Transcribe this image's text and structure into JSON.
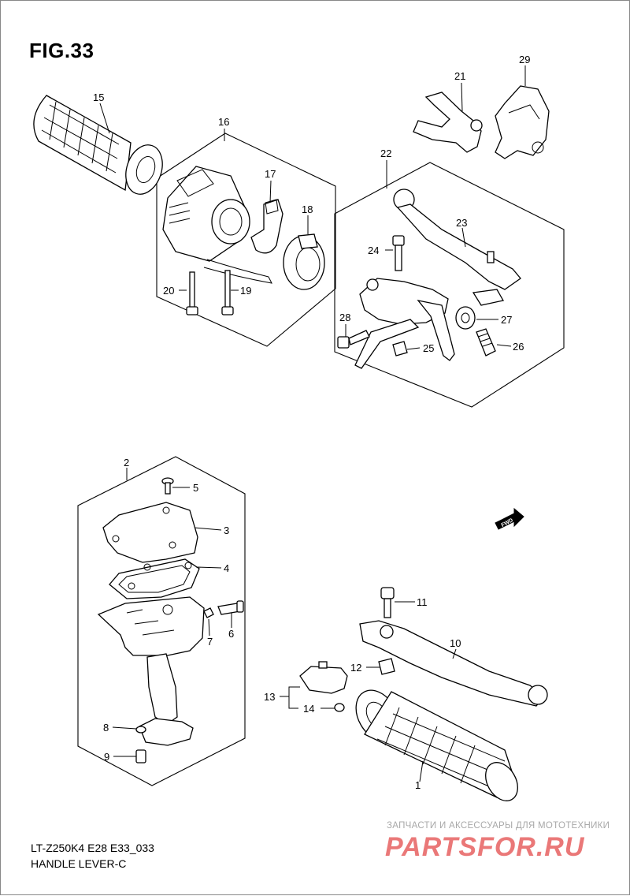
{
  "figure": {
    "title": "FIG.33",
    "code": "LT-Z250K4 E28 E33_033",
    "name": "HANDLE LEVER-C"
  },
  "watermark": {
    "tagline": "ЗАПЧАСТИ И АКСЕССУАРЫ ДЛЯ МОТОТЕХНИКИ",
    "logo": "PARTSFOR.RU"
  },
  "fwd_label": "FWD",
  "callouts": [
    "1",
    "2",
    "3",
    "4",
    "5",
    "6",
    "7",
    "8",
    "9",
    "10",
    "11",
    "12",
    "13",
    "14",
    "15",
    "16",
    "17",
    "18",
    "19",
    "20",
    "21",
    "22",
    "23",
    "24",
    "25",
    "26",
    "27",
    "28",
    "29"
  ]
}
